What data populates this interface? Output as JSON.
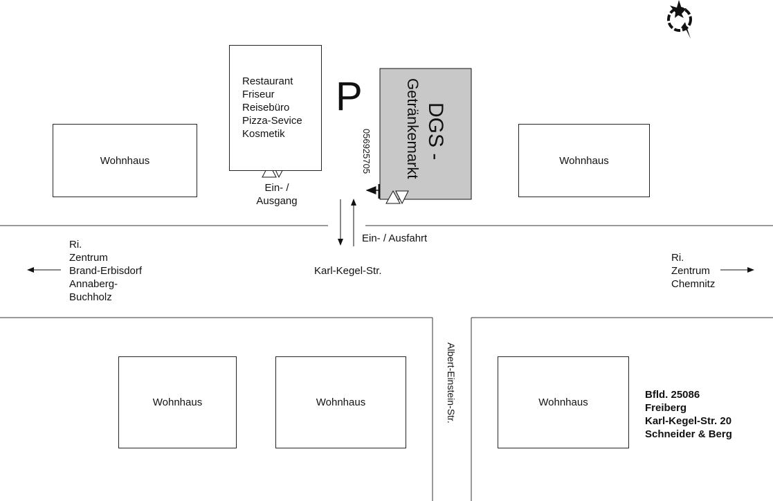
{
  "map": {
    "title_block": {
      "lines": [
        "Bfld. 25086",
        "Freiberg",
        "Karl-Kegel-Str. 20",
        "Schneider & Berg"
      ]
    },
    "compass_icon": "compass-rose-icon",
    "parking_symbol": "P",
    "store": {
      "name_line1": "DGS -",
      "name_line2": "Getränkemarkt",
      "phone": "056925705",
      "fill": "#c8c8c8"
    },
    "shops_building": {
      "lines": [
        "Restaurant",
        "Friseur",
        "Reisebüro",
        "Pizza-Sevice",
        "Kosmetik"
      ],
      "entrance_label_1": "Ein- /",
      "entrance_label_2": "Ausgang"
    },
    "houses": [
      "Wohnhaus",
      "Wohnhaus",
      "Wohnhaus",
      "Wohnhaus",
      "Wohnhaus"
    ],
    "streets": {
      "main": "Karl-Kegel-Str.",
      "side": "Albert-Einstein-Str.",
      "driveway": "Ein- / Ausfahrt"
    },
    "directions": {
      "west": [
        "Ri.",
        "Zentrum",
        "Brand-Erbisdorf",
        "Annaberg-",
        "Buchholz"
      ],
      "east": [
        "Ri.",
        "Zentrum",
        "Chemnitz"
      ]
    }
  }
}
